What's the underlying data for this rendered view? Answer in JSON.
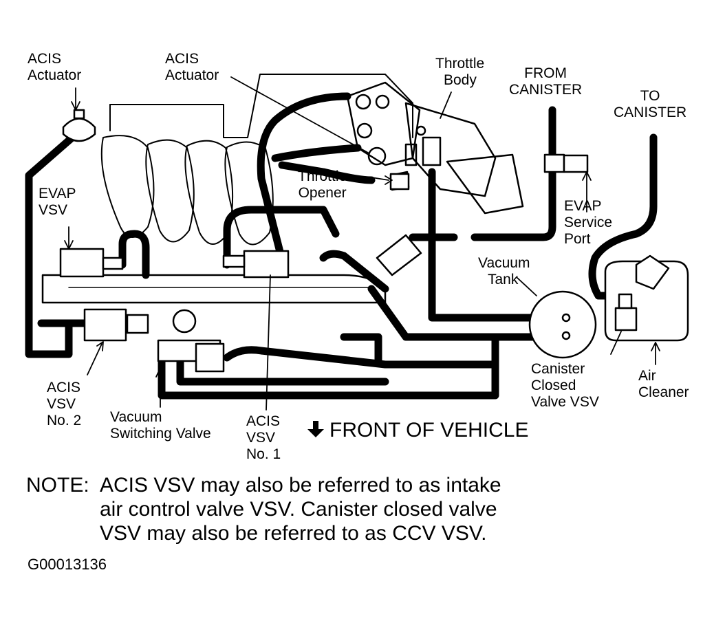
{
  "labels": {
    "acis_actuator_left": [
      "ACIS",
      "Actuator"
    ],
    "acis_actuator_center": [
      "ACIS",
      "Actuator"
    ],
    "throttle_body": [
      "Throttle",
      "Body"
    ],
    "from_canister": [
      "FROM",
      "CANISTER"
    ],
    "to_canister": [
      "TO",
      "CANISTER"
    ],
    "throttle_opener": [
      "Throttle",
      "Opener"
    ],
    "evap_vsv": [
      "EVAP",
      "VSV"
    ],
    "evap_service_port": [
      "EVAP",
      "Service",
      "Port"
    ],
    "vacuum_tank": [
      "Vacuum",
      "Tank"
    ],
    "acis_vsv_no2": [
      "ACIS",
      "VSV",
      "No. 2"
    ],
    "vacuum_switching_valve": [
      "Vacuum",
      "Switching Valve"
    ],
    "acis_vsv_no1": [
      "ACIS",
      "VSV",
      "No. 1"
    ],
    "canister_closed_valve_vsv": [
      "Canister",
      "Closed",
      "Valve VSV"
    ],
    "air_cleaner": [
      "Air",
      "Cleaner"
    ]
  },
  "front_of_vehicle": "FRONT OF VEHICLE",
  "note": {
    "prefix": "NOTE:",
    "lines": [
      "ACIS VSV may also be referred to as intake",
      "air control valve VSV. Canister closed valve",
      "VSV may also be referred to as CCV VSV."
    ]
  },
  "figure_id": "G00013136",
  "icons": {
    "front_arrow": "arrow-down-icon"
  },
  "colors": {
    "ink": "#000000",
    "paper": "#ffffff"
  }
}
